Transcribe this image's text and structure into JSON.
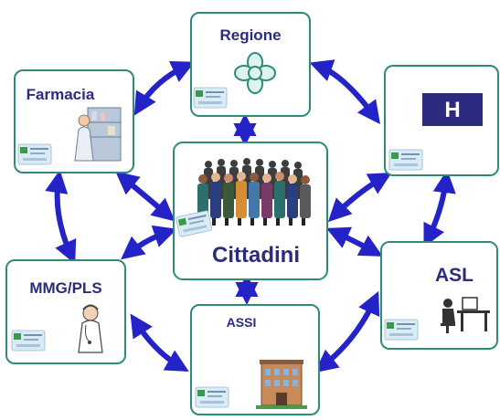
{
  "diagram": {
    "nodes": {
      "regione": {
        "label": "Regione"
      },
      "farmacia": {
        "label": "Farmacia"
      },
      "ospedale": {
        "label": "H"
      },
      "cittadini": {
        "label": "Cittadini"
      },
      "mmg_pls": {
        "label": "MMG/PLS"
      },
      "asl": {
        "label": "ASL"
      },
      "assi": {
        "label": "ASSI"
      }
    },
    "card_icon": "health-card-icon",
    "colors": {
      "box_border": "#2e8b7a",
      "arrow": "#2323c8",
      "label": "#2b2b80",
      "hospital_bg": "#2b2b80",
      "hospital_text": "#ffffff"
    }
  }
}
